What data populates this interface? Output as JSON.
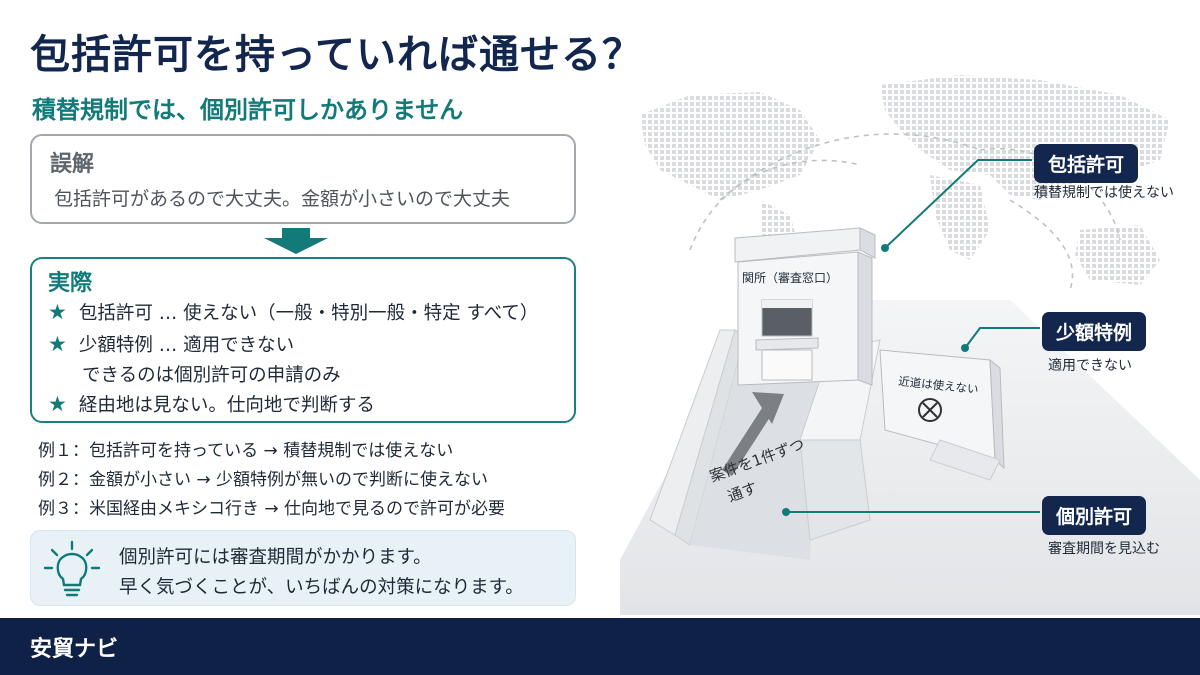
{
  "header": {
    "title": "包括許可を持っていれば通せる？",
    "subtitle": "積替規制では、個別許可しかありません"
  },
  "misconception": {
    "heading": "誤解",
    "text": "包括許可があるので大丈夫。金額が小さいので大丈夫"
  },
  "reality": {
    "heading": "実際",
    "lines": [
      "包括許可 … 使えない（一般・特別一般・特定 すべて）",
      "少額特例 … 適用できない",
      "できるのは個別許可の申請のみ",
      "経由地は見ない。仕向地で判断する"
    ]
  },
  "examples": [
    "例１：包括許可を持っている → 積替規制では使えない",
    "例２：金額が小さい → 少額特例が無いので判断に使えない",
    "例３：米国経由メキシコ行き → 仕向地で見るので許可が必要"
  ],
  "tip": {
    "icon": "lightbulb-icon",
    "line1": "個別許可には審査期間がかかります。",
    "line2": "早く気づくことが、いちばんの対策になります。"
  },
  "illustration": {
    "gate_label": "関所（審査窓口）",
    "closed_lane_label": "近道は使えない",
    "lane_label_1": "案件を1件ずつ",
    "lane_label_2": "通す"
  },
  "callouts": [
    {
      "badge": "包括許可",
      "caption": "積替規制では使えない"
    },
    {
      "badge": "少額特例",
      "caption": "適用できない"
    },
    {
      "badge": "個別許可",
      "caption": "審査期間を見込む"
    }
  ],
  "footer": {
    "brand": "安貿ナビ"
  },
  "colors": {
    "navy": "#13264d",
    "teal": "#137a7a",
    "footer": "#0f2147",
    "tip_bg": "#e8f2f6"
  }
}
